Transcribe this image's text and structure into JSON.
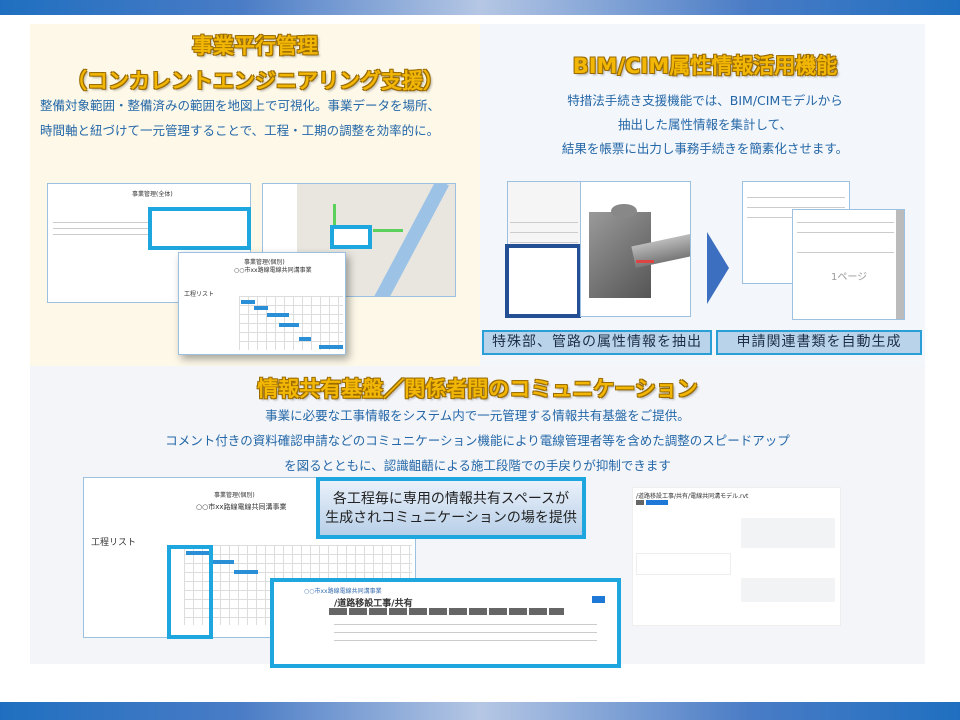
{
  "sections": {
    "concurrent": {
      "title_line1": "事業平行管理",
      "title_line2": "（コンカレントエンジニアリング支援）",
      "body": [
        "整備対象範囲・整備済みの範囲を地図上で可視化。事業データを場所、",
        "時間軸と紐づけて一元管理することで、工程・工期の調整を効率的に。"
      ],
      "screens": {
        "list_title": "事業管理(全体)",
        "gantt_title": "事業管理(個別)",
        "gantt_sub": "○○市xx路線電線共同溝事業",
        "gantt_list": "工程リスト"
      }
    },
    "bimcim": {
      "title": "BIM/CIM属性情報活用機能",
      "body": [
        "特措法手続き支援機能では、BIM/CIMモデルから",
        "抽出した属性情報を集計して、",
        "結果を帳票に出力し事務手続きを簡素化させます。"
      ],
      "caption_left": "特殊部、管路の属性情報を抽出",
      "caption_right": "申請関連書類を自動生成",
      "doc_stamp": "1ページ"
    },
    "sharing": {
      "title": "情報共有基盤／関係者間のコミュニケーション",
      "body": [
        "事業に必要な工事情報をシステム内で一元管理する情報共有基盤をご提供。",
        "コメント付きの資料確認申請などのコミュニケーション機能により電線管理者等を含めた調整のスピードアップ",
        "を図るとともに、認識齟齬による施工段階での手戻りが抑制できます"
      ],
      "callout": [
        "各工程毎に専用の情報共有スペースが",
        "生成されコミュニケーションの場を提供"
      ],
      "gantt": {
        "title": "事業管理(個別)",
        "project": "○○市xx路線電線共同溝事業",
        "list_label": "工程リスト"
      },
      "files": {
        "project": "○○市xx路線電線共同溝事業",
        "path": "/道路移設工事/共有"
      },
      "chat": {
        "path": "/道路移設工事/共有/電線共同溝モデル.rvt"
      }
    }
  },
  "colors": {
    "title_gold": "#f2b705",
    "body_blue": "#2467a8",
    "highlight": "#1ea6de",
    "caption_bg": "#b9d4ea"
  }
}
